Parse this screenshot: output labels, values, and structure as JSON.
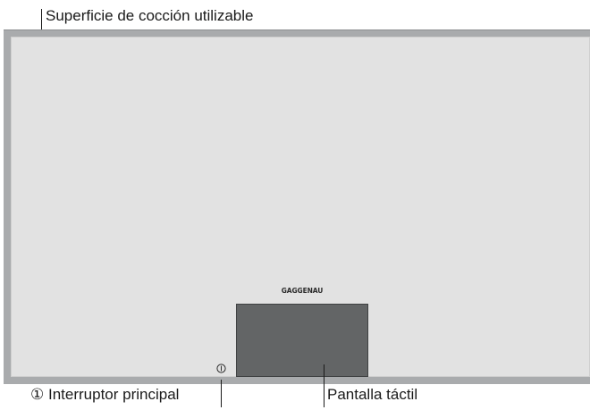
{
  "labels": {
    "cooking_surface": "Superficie de cocción utilizable",
    "main_switch_symbol": "①",
    "main_switch": "Interruptor principal",
    "touch_display": "Pantalla táctil"
  },
  "appliance": {
    "brand": "GAGGENAU",
    "power_symbol": "⏀"
  },
  "colors": {
    "frame": "#a9abad",
    "surface": "#e2e2e2",
    "display": "#636566",
    "text": "#1a1a1a"
  },
  "icons": {
    "power_switch": "power-switch-icon"
  }
}
